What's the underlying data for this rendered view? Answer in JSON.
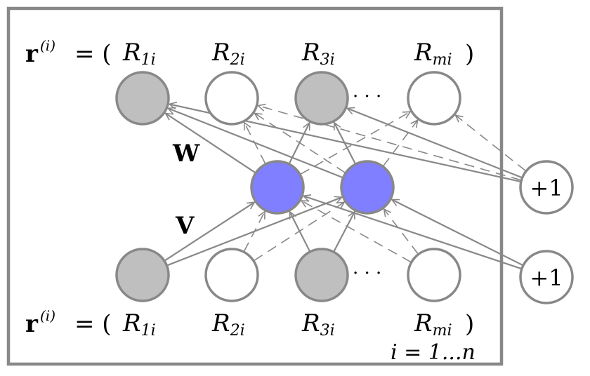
{
  "colors": {
    "frame": "#888888",
    "edge": "#888888",
    "observed_fill": "#bfbfbf",
    "missing_fill": "#ffffff",
    "hidden_fill": "#7f7fff",
    "text": "#000000"
  },
  "top_equation": {
    "lhs": "r",
    "sup": "(i)",
    "eq": "= (",
    "close": ")"
  },
  "bottom_equation": {
    "lhs": "r",
    "sup": "(i)",
    "eq": "= (",
    "close": ")"
  },
  "input_labels": [
    {
      "base": "R",
      "sub": "1i"
    },
    {
      "base": "R",
      "sub": "2i"
    },
    {
      "base": "R",
      "sub": "3i"
    },
    {
      "base": "R",
      "sub": "mi"
    }
  ],
  "ellipsis": "· · ·",
  "weight_labels": {
    "output": "W",
    "input": "V"
  },
  "bias_labels": [
    "+1",
    "+1"
  ],
  "plate_label": "i = 1...n",
  "top_nodes": [
    {
      "id": "out-1",
      "observed": true
    },
    {
      "id": "out-2",
      "observed": false
    },
    {
      "id": "out-3",
      "observed": true
    },
    {
      "id": "out-m",
      "observed": false
    }
  ],
  "hidden_nodes": [
    {
      "id": "hid-1"
    },
    {
      "id": "hid-2"
    }
  ],
  "bottom_nodes": [
    {
      "id": "in-1",
      "observed": true
    },
    {
      "id": "in-2",
      "observed": false
    },
    {
      "id": "in-3",
      "observed": true
    },
    {
      "id": "in-m",
      "observed": false
    }
  ]
}
